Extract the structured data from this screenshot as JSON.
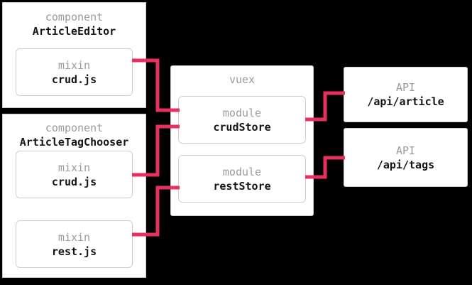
{
  "diagram": {
    "title": "vue component / vuex store / api wiring diagram",
    "background_color": "#000000",
    "surface_color": "#ffffff",
    "connector_color": "#e8305f",
    "kind_label_color": "#9b9b9b",
    "name_label_color": "#151515",
    "border_color": "#cfcfcf"
  },
  "nodes": {
    "article_editor": {
      "kind": "component",
      "name": "ArticleEditor",
      "children": [
        {
          "kind": "mixin",
          "name": "crud.js"
        }
      ]
    },
    "article_tag_chooser": {
      "kind": "component",
      "name": "ArticleTagChooser",
      "children": [
        {
          "kind": "mixin",
          "name": "crud.js"
        },
        {
          "kind": "mixin",
          "name": "rest.js"
        }
      ]
    },
    "vuex": {
      "kind": "vuex",
      "name": "",
      "children": [
        {
          "kind": "module",
          "name": "crudStore"
        },
        {
          "kind": "module",
          "name": "restStore"
        }
      ]
    },
    "api_article": {
      "kind": "API",
      "name": "/api/article"
    },
    "api_tags": {
      "kind": "API",
      "name": "/api/tags"
    }
  },
  "connections": [
    {
      "from": "ArticleEditor.crud.js",
      "to": "vuex.crudStore"
    },
    {
      "from": "ArticleTagChooser.crud.js",
      "to": "vuex.crudStore"
    },
    {
      "from": "ArticleTagChooser.rest.js",
      "to": "vuex.restStore"
    },
    {
      "from": "vuex.crudStore",
      "to": "API /api/article"
    },
    {
      "from": "vuex.restStore",
      "to": "API /api/tags"
    }
  ]
}
